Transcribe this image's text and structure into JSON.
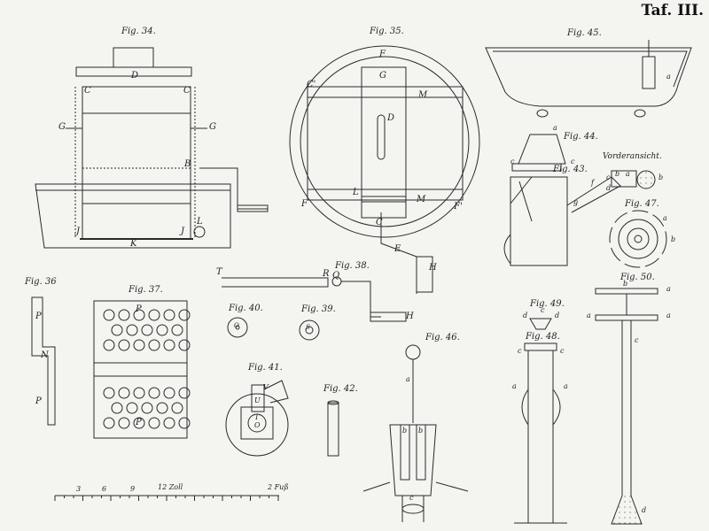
{
  "plate_title": "Taf. III.",
  "figures": [
    {
      "id": "fig34",
      "label": "Fig. 34."
    },
    {
      "id": "fig35",
      "label": "Fig. 35."
    },
    {
      "id": "fig45",
      "label": "Fig. 45."
    },
    {
      "id": "fig44",
      "label": "Fig. 44."
    },
    {
      "id": "fig43",
      "label": "Fig. 43."
    },
    {
      "id": "fig47",
      "label": "Fig. 47."
    },
    {
      "id": "fig36",
      "label": "Fig. 36"
    },
    {
      "id": "fig37",
      "label": "Fig. 37."
    },
    {
      "id": "fig38",
      "label": "Fig. 38."
    },
    {
      "id": "fig39",
      "label": "Fig. 39."
    },
    {
      "id": "fig40",
      "label": "Fig. 40."
    },
    {
      "id": "fig41",
      "label": "Fig. 41."
    },
    {
      "id": "fig42",
      "label": "Fig. 42."
    },
    {
      "id": "fig46",
      "label": "Fig. 46."
    },
    {
      "id": "fig48",
      "label": "Fig. 48."
    },
    {
      "id": "fig49",
      "label": "Fig. 49."
    },
    {
      "id": "fig50",
      "label": "Fig. 50."
    }
  ],
  "fig43_caption": "Vorderansicht.",
  "scale": {
    "ticks": [
      "3",
      "6",
      "9",
      "12 Zoll",
      "2 Fuß"
    ]
  },
  "letters": {
    "fig34": [
      "D",
      "C",
      "C",
      "G",
      "G",
      "B",
      "L",
      "J",
      "K",
      "J"
    ],
    "fig35": [
      "F",
      "G",
      "C'",
      "M",
      "D",
      "F",
      "L",
      "M",
      "C",
      "F'",
      "H",
      "E"
    ],
    "fig36": [
      "P",
      "N",
      "P"
    ],
    "fig37": [
      "P",
      "P"
    ],
    "fig38": [
      "T",
      "R",
      "Q",
      "H"
    ],
    "fig39": [
      "S"
    ],
    "fig40": [
      "O"
    ],
    "fig41": [
      "V",
      "U",
      "T",
      "O"
    ],
    "fig44": [
      "a",
      "c",
      "c"
    ],
    "fig43": [
      "b",
      "c",
      "d",
      "a",
      "b",
      "f",
      "g"
    ],
    "fig45": [
      "a"
    ],
    "fig47": [
      "a",
      "b"
    ],
    "fig46": [
      "a",
      "b",
      "b",
      "c"
    ],
    "fig49": [
      "c",
      "d",
      "d"
    ],
    "fig48": [
      "c",
      "c",
      "a",
      "a"
    ],
    "fig50": [
      "b",
      "a",
      "a",
      "a",
      "c",
      "d"
    ]
  }
}
